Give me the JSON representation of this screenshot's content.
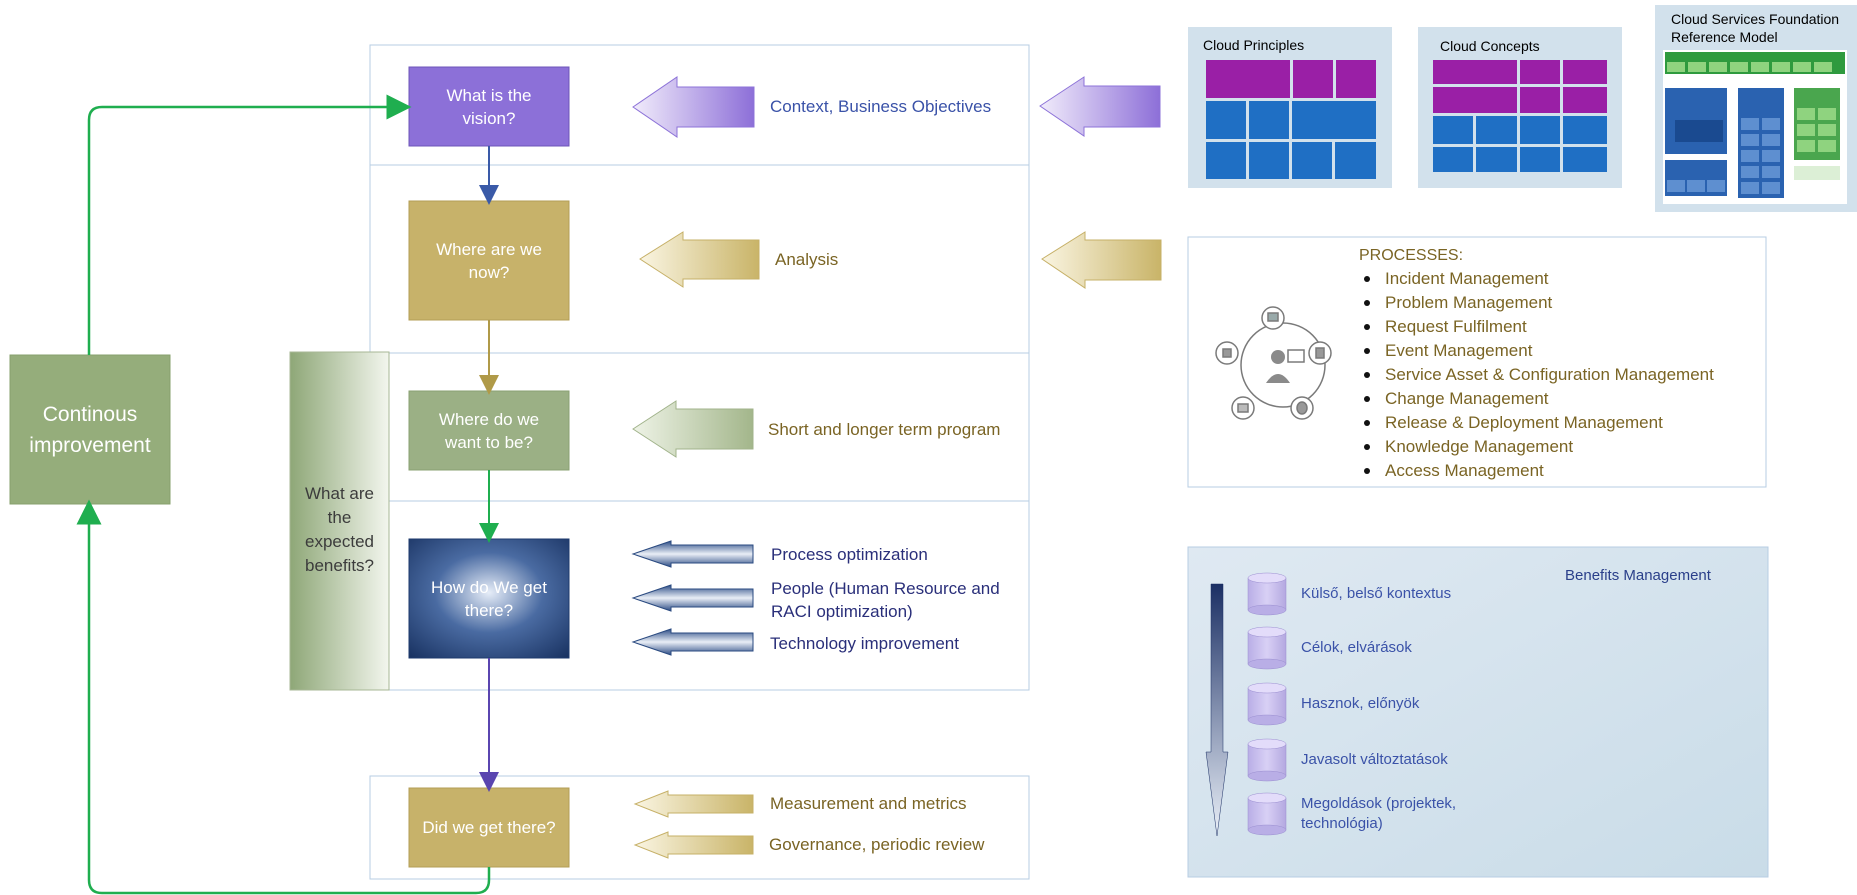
{
  "flow": {
    "vision": "What is the vision?",
    "where_now": "Where are we now?",
    "where_want": "Where do we want to be?",
    "how_get": "How do We get there?",
    "did_we": "Did we get there?",
    "continuous": "Continous improvement",
    "benefits_question": "What are the expected benefits?"
  },
  "inputs": {
    "context": "Context, Business Objectives",
    "analysis": "Analysis",
    "program": "Short and longer term program",
    "process_opt": "Process optimization",
    "people_opt": "People (Human Resource and RACI optimization)",
    "tech": "Technology improvement",
    "measurement": "Measurement and metrics",
    "governance": "Governance, periodic review"
  },
  "thumbnails": {
    "principles": "Cloud Principles",
    "concepts": "Cloud Concepts",
    "foundation": "Cloud Services Foundation Reference Model"
  },
  "processes": {
    "title": "PROCESSES:",
    "items": [
      "Incident Management",
      "Problem Management",
      "Request Fulfilment",
      "Event Management",
      "Service Asset & Configuration Management",
      "Change Management",
      "Release & Deployment Management",
      "Knowledge Management",
      "Access Management"
    ]
  },
  "benefits": {
    "title": "Benefits Management",
    "items": [
      "Külső, belső kontextus",
      "Célok, elvárások",
      "Hasznok, előnyök",
      "Javasolt változtatások",
      "Megoldások (projektek, technológia)"
    ]
  },
  "colors": {
    "purple": "#8a6fd6",
    "gold": "#c9b468",
    "sage": "#9fb386",
    "navy": "#2a4a80",
    "green_line": "#1fae4f",
    "blue_text": "#3a52a8",
    "gold_text": "#7a6424",
    "navy_text": "#2a2f7a"
  }
}
